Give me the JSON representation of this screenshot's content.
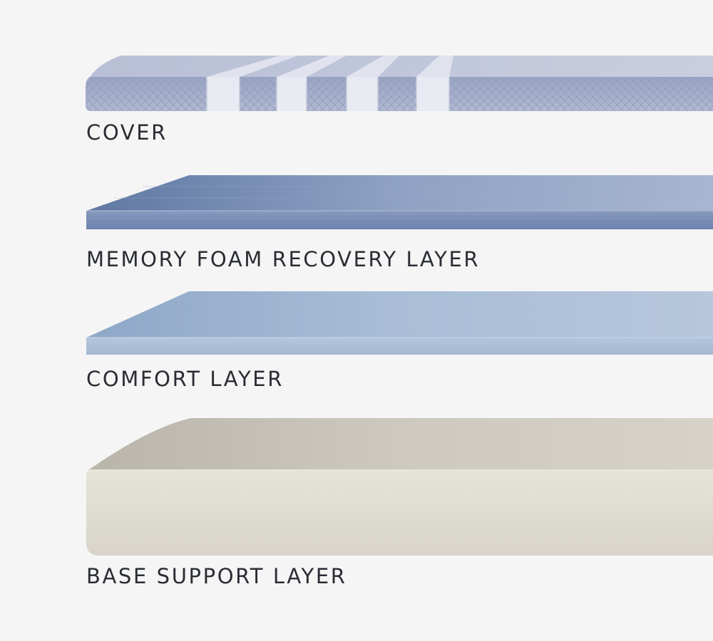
{
  "layers": [
    {
      "label": "COVER",
      "color": "#a7b0cc"
    },
    {
      "label": "MEMORY FOAM RECOVERY LAYER",
      "color": "#7d93b9"
    },
    {
      "label": "COMFORT LAYER",
      "color": "#a9bfd8"
    },
    {
      "label": "BASE SUPPORT LAYER",
      "color": "#dcd9cf"
    }
  ],
  "background": "#f5f5f5"
}
